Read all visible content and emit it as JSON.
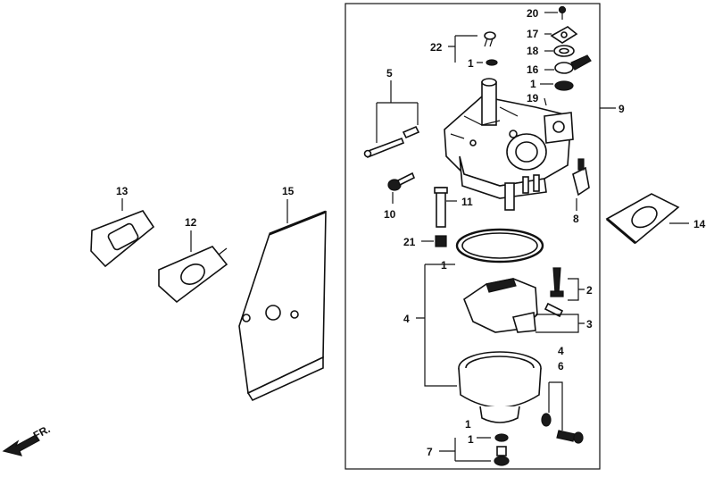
{
  "callouts": {
    "c20": "20",
    "c17": "17",
    "c18": "18",
    "c16": "16",
    "c1a": "1",
    "c19": "19",
    "c9": "9",
    "c22": "22",
    "c1b": "1",
    "c5": "5",
    "c10": "10",
    "c11": "11",
    "c8": "8",
    "c21": "21",
    "c13": "13",
    "c12": "12",
    "c15": "15",
    "c14": "14",
    "c1c": "1",
    "c2": "2",
    "c3": "3",
    "c4a": "4",
    "c4b": "4",
    "c6": "6",
    "c1d": "1",
    "c7": "7",
    "c1e": "1"
  },
  "direction_label": "FR."
}
